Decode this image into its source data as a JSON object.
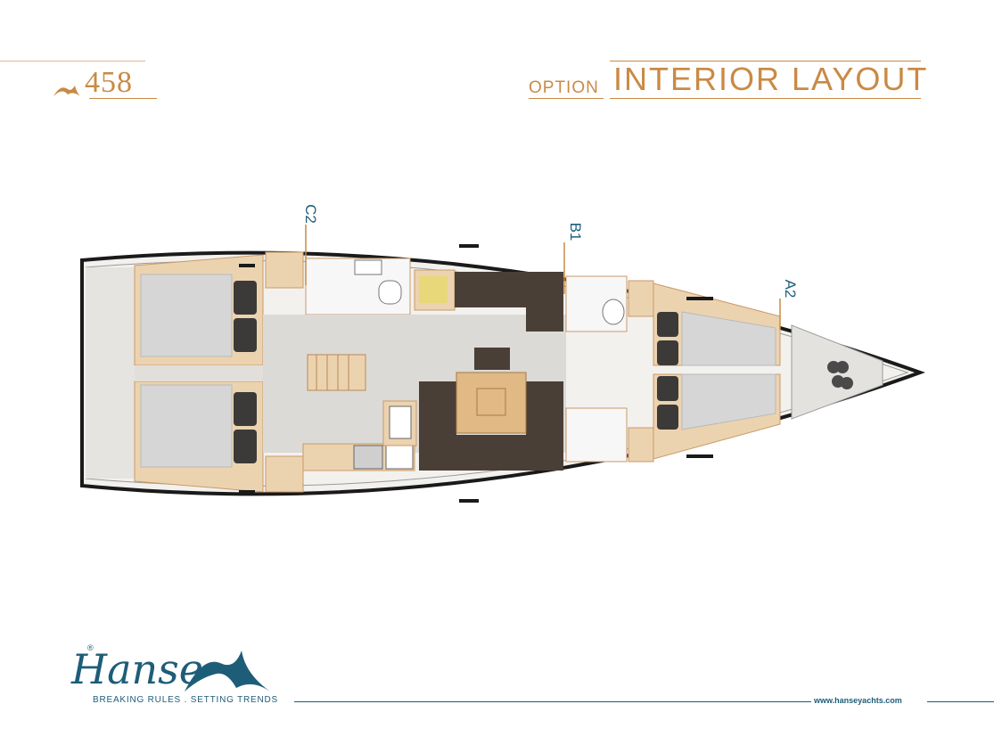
{
  "header": {
    "model_number": "458",
    "option_word": "OPTION",
    "title": "INTERIOR LAYOUT"
  },
  "plan": {
    "cabin_labels": [
      "C2",
      "B1",
      "A2"
    ]
  },
  "footer": {
    "brand": "Hanse",
    "registered": "®",
    "tagline": "BREAKING RULES . SETTING TRENDS",
    "website": "www.hanseyachts.com"
  },
  "colors": {
    "accent": "#c98a45",
    "brand": "#1d5d78",
    "wood": "#e8c9a0",
    "floor": "#dcdad6",
    "upholstery": "#4a3f37"
  }
}
